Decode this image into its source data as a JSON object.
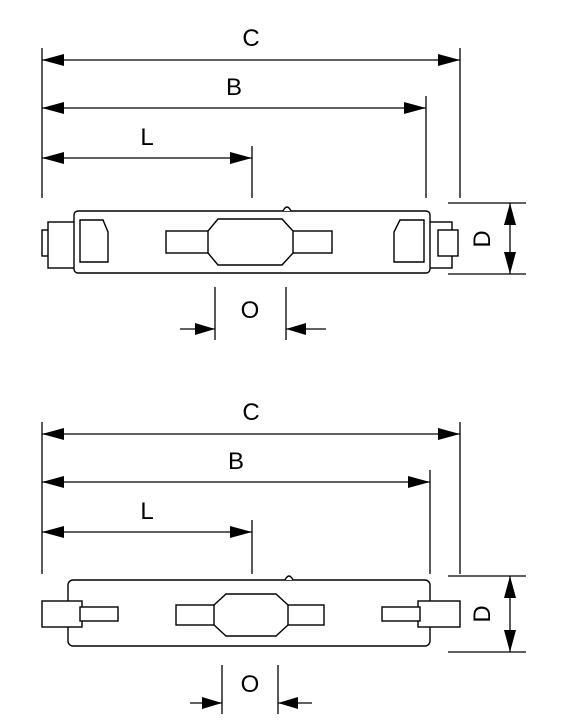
{
  "diagrams": [
    {
      "variant": "lamp with ceramic end caps",
      "labels": {
        "c": "C",
        "b": "B",
        "l": "L",
        "d": "D",
        "o": "O"
      }
    },
    {
      "variant": "lamp with pin terminals",
      "labels": {
        "c": "C",
        "b": "B",
        "l": "L",
        "d": "D",
        "o": "O"
      }
    }
  ],
  "colors": {
    "line": "#000000",
    "background": "#ffffff"
  }
}
